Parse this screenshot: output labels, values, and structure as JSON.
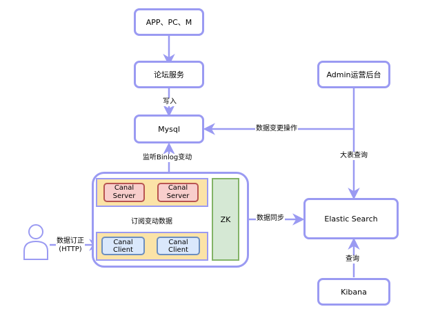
{
  "nodes": {
    "client_devices": "APP、PC、M",
    "forum_service": "论坛服务",
    "admin_backend": "Admin运营后台",
    "mysql": "Mysql",
    "elastic_search": "Elastic Search",
    "kibana": "Kibana",
    "canal_server_1": "Canal\nServer",
    "canal_server_2": "Canal\nServer",
    "canal_client_1": "Canal Client",
    "canal_client_2": "Canal Client",
    "zk": "ZK"
  },
  "edges": {
    "write": "写入",
    "data_change_ops": "数据变更操作",
    "big_table_query": "大表查询",
    "binlog_listen": "监听Binlog变动",
    "subscribe_changes": "订阅变动数据",
    "data_sync": "数据同步",
    "query": "查询",
    "user_subscribe": "数据订正\n(HTTP)"
  },
  "colors": {
    "border": "#9a9af2",
    "arrow": "#9a9af2",
    "band_fill": "#fbe3a7",
    "server_fill": "#f8cecc",
    "server_border": "#b85450",
    "client_fill": "#dae8fc",
    "client_border": "#6c8ebf",
    "zk_fill": "#d5e8d4",
    "zk_border": "#82b366"
  },
  "icons": {
    "user": "user-icon"
  }
}
